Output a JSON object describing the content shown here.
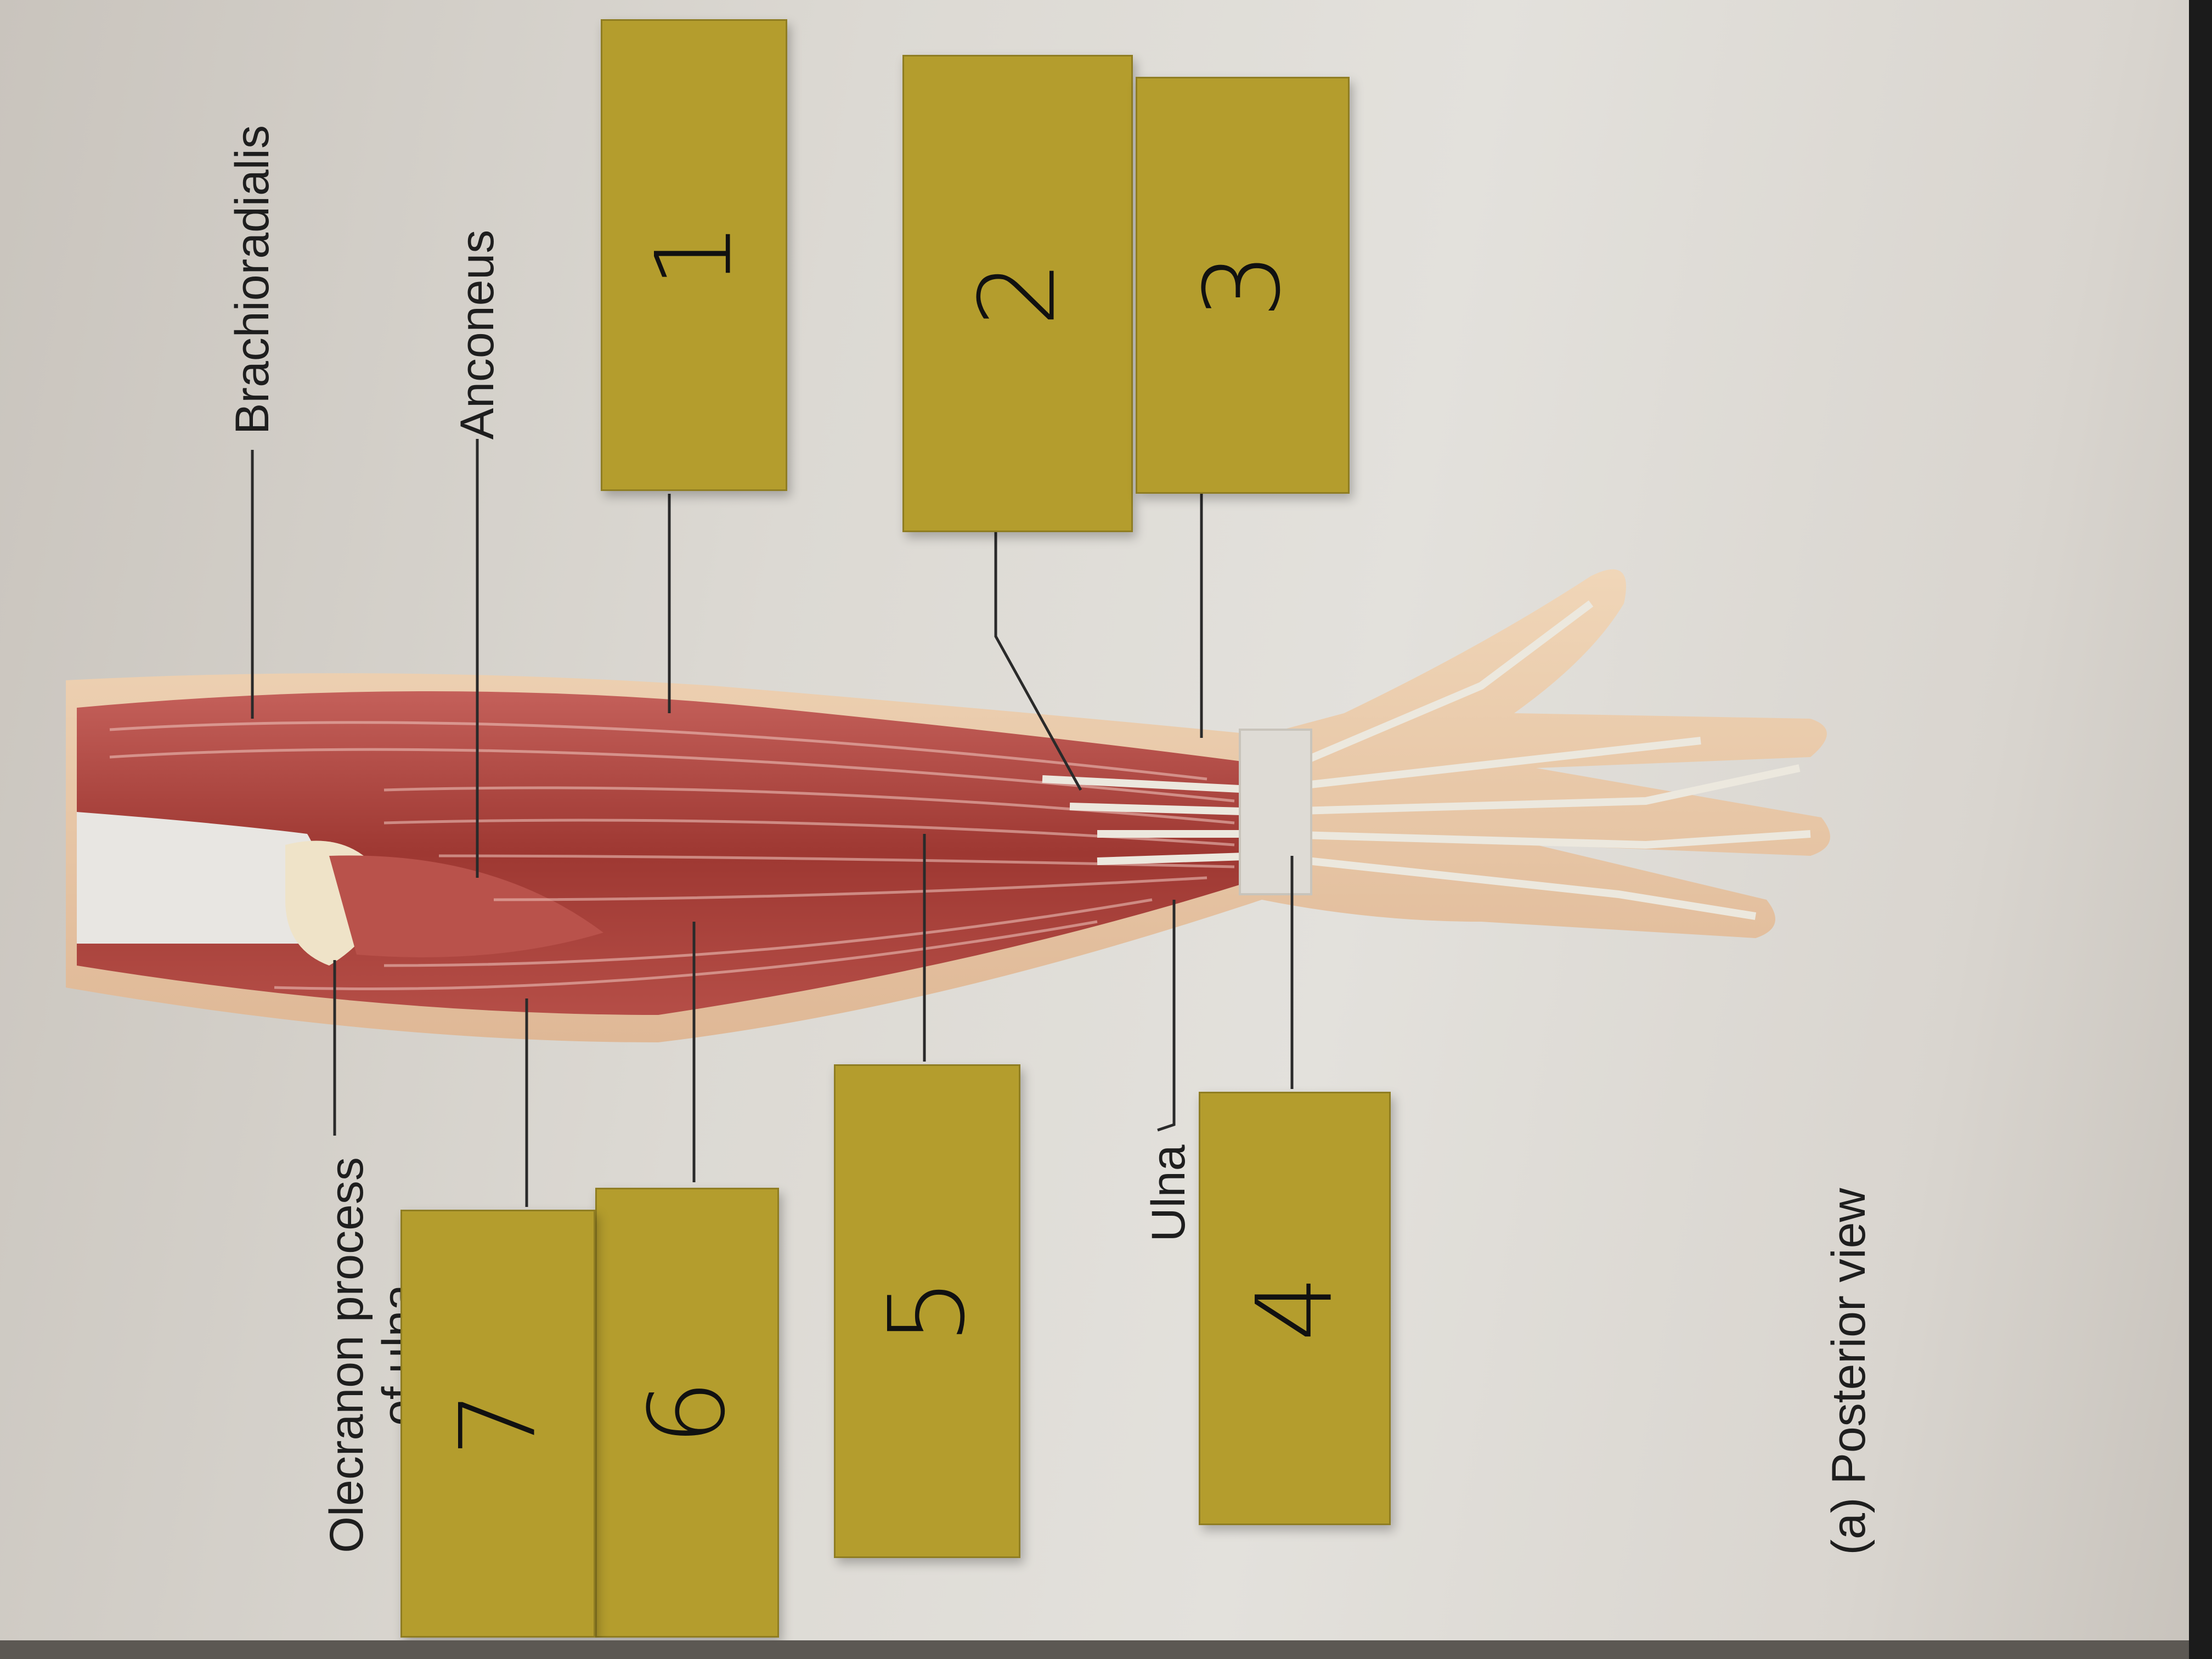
{
  "labels": {
    "brachioradialis": "Brachioradialis",
    "anconeus": "Anconeus",
    "olecranon_line1": "Olecranon process",
    "olecranon_line2": "of ulna",
    "ulna": "Ulna",
    "caption": "(a) Posterior view"
  },
  "boxes": [
    "1",
    "2",
    "3",
    "4",
    "5",
    "6",
    "7"
  ],
  "colors": {
    "label_box": "#b49d2d",
    "muscle": "#a8403a",
    "tendon": "#e6e1d6",
    "skin": "#e8c7a3"
  }
}
